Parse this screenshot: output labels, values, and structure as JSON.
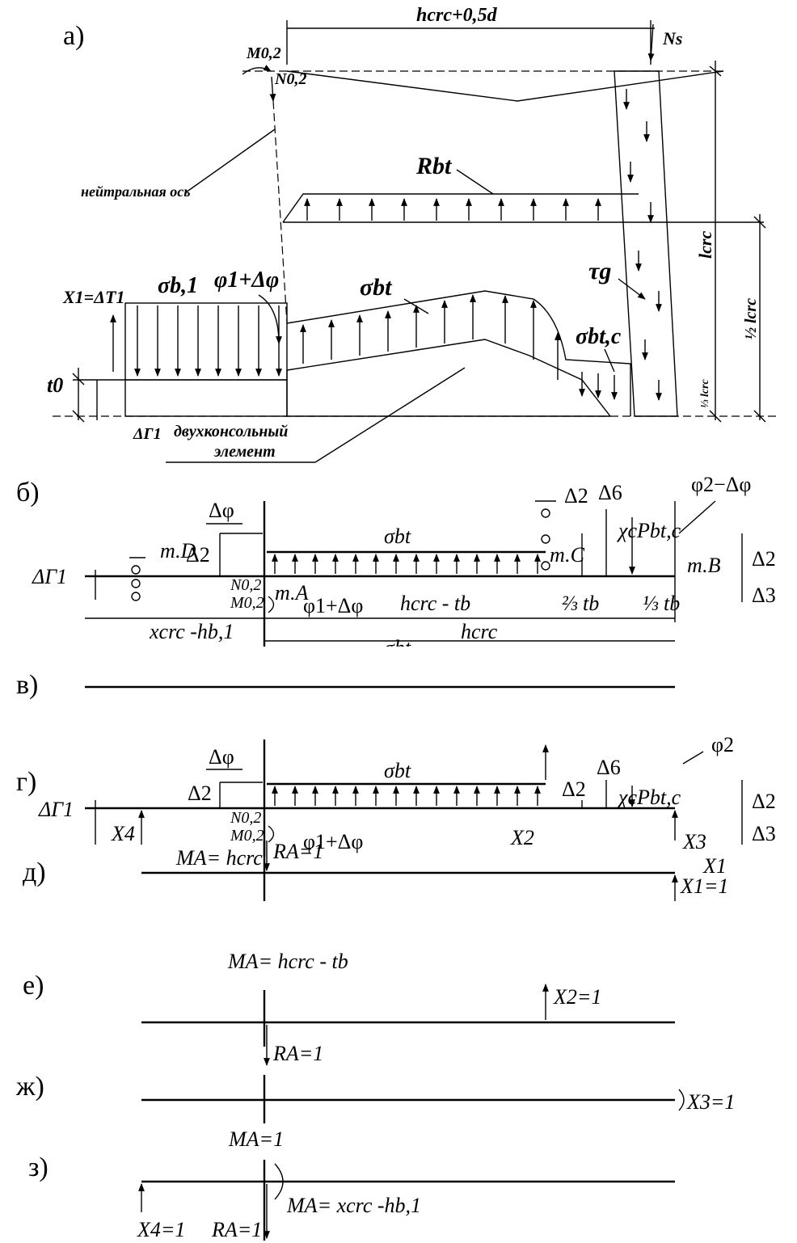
{
  "sections": {
    "a": "а)",
    "b": "б)",
    "v": "в)",
    "g": "г)",
    "d": "д)",
    "e": "е)",
    "zh": "ж)",
    "z": "з)"
  },
  "panel_a": {
    "top_dim": "hcrc+0,5d",
    "m02": "M0,2",
    "n02": "N0,2",
    "ns": "Ns",
    "neutral_axis": "нейтральная ось",
    "rbt": "Rbt",
    "sigma_bt": "σbt",
    "sigma_b1": "σb,1",
    "phi": "φ1+Δφ",
    "x_dt": "X1=ΔT1",
    "t0": "t0",
    "dg1": "ΔΓ1",
    "two_cantilever_1": "двухконсольный",
    "two_cantilever_2": "элемент",
    "tau_g": "τg",
    "sigma_btc": "σbt,c",
    "lcrc": "lcrc",
    "half_lcrc": "½ lcrc",
    "third_lcrc": "⅓ lcrc"
  },
  "panel_b": {
    "dphi": "Δφ",
    "d2_left": "Δ2",
    "dg1": "ΔΓ1",
    "pt_d": "т.D",
    "n02": "N0,2",
    "m02": "M0,2",
    "pt_a": "т.A",
    "phi": "φ1+Δφ",
    "hcrc_tb": "hcrc - tb",
    "sigma_bt": "σbt",
    "pt_c": "т.C",
    "d2_mid": "Δ2",
    "d6": "Δ6",
    "chi": "χcPbt,c",
    "phi2": "φ2−Δφ",
    "pt_b": "т.B",
    "d2_right": "Δ2",
    "d3": "Δ3",
    "two_thirds": "⅔ tb",
    "one_third": "⅓ tb",
    "xcrc": "xcrc -hb,1",
    "hcrc": "hcrc"
  },
  "panel_g": {
    "dphi": "Δφ",
    "d2_left": "Δ2",
    "dg1": "ΔΓ1",
    "x4": "X4",
    "n02": "N0,2",
    "m02": "M0,2",
    "phi": "φ1+Δφ",
    "sigma_bt": "σbt",
    "x2": "X2",
    "d2_mid": "Δ2",
    "d6": "Δ6",
    "chi": "χcPbt,c",
    "phi2": "φ2",
    "d2_right": "Δ2",
    "d3": "Δ3",
    "x3": "X3",
    "x1": "X1"
  },
  "panel_d": {
    "ma": "MA= hcrc",
    "ra": "RA=1",
    "x1": "X1=1"
  },
  "panel_e": {
    "ma": "MA= hcrc - tb",
    "x2": "X2=1",
    "ra": "RA=1"
  },
  "panel_zh": {
    "x3": "X3=1",
    "ma": "MA=1"
  },
  "panel_z": {
    "ma": "MA= xcrc -hb,1",
    "x4": "X4=1",
    "ra": "RA=1"
  }
}
